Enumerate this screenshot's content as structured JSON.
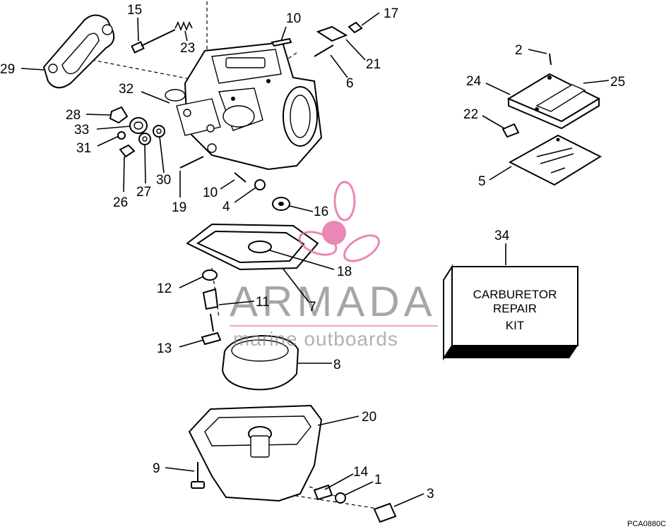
{
  "callouts": {
    "c1": "1",
    "c2": "2",
    "c3": "3",
    "c4": "4",
    "c5": "5",
    "c6": "6",
    "c7": "7",
    "c8": "8",
    "c9": "9",
    "c10a": "10",
    "c10b": "10",
    "c11": "11",
    "c12": "12",
    "c13": "13",
    "c14": "14",
    "c15": "15",
    "c16": "16",
    "c17": "17",
    "c18": "18",
    "c19": "19",
    "c20": "20",
    "c21": "21",
    "c22": "22",
    "c23": "23",
    "c24": "24",
    "c25": "25",
    "c26": "26",
    "c27": "27",
    "c28": "28",
    "c29": "29",
    "c30": "30",
    "c31": "31",
    "c32": "32",
    "c33": "33",
    "c34": "34"
  },
  "kit": {
    "line1": "CARBURETOR",
    "line2": "REPAIR",
    "line3": "KIT"
  },
  "watermark": {
    "brand": "ARMADA",
    "tagline": "marine outboards",
    "logo_color": "#e46aa6"
  },
  "drawing_code": "PCA0880C"
}
